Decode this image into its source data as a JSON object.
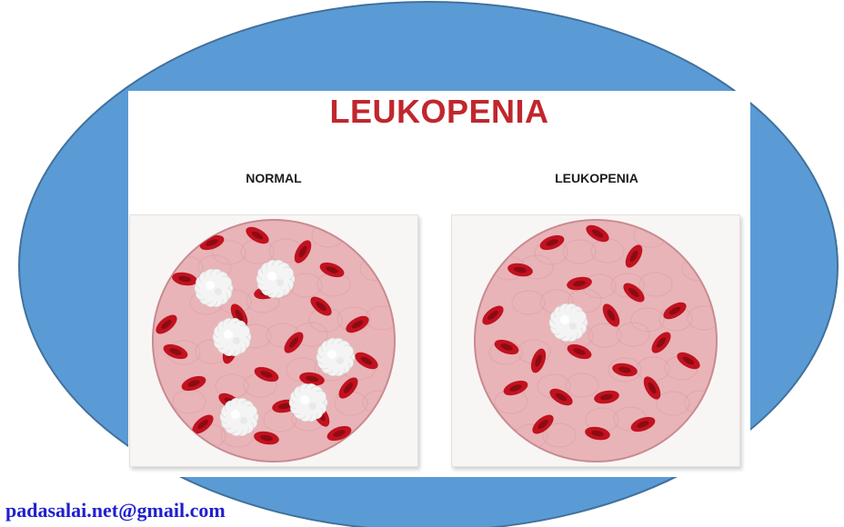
{
  "colors": {
    "ellipse_fill": "#5b9bd5",
    "ellipse_stroke": "#41719c",
    "title_color": "#c0272d",
    "rbc": "#c1121f",
    "rbc_center": "#7d0a12",
    "plasma": "#e8b4b8",
    "wbc": "#f4f4f4",
    "email_color": "#1f1fcf"
  },
  "header": {
    "title": "LEUKOPENIA"
  },
  "panels": [
    {
      "label": "NORMAL",
      "wbc_count": 6
    },
    {
      "label": "LEUKOPENIA",
      "wbc_count": 1
    }
  ],
  "footer": {
    "email": "padasalai.net@gmail.com"
  }
}
